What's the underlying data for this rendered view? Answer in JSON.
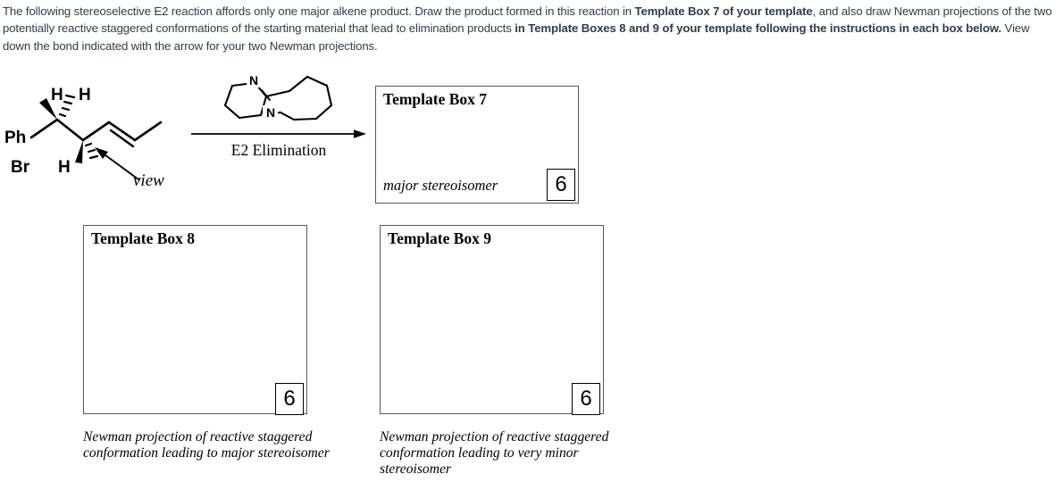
{
  "instructions": {
    "seg1": "The following stereoselective E2 reaction affords only one major alkene product. Draw the product formed in this reaction in ",
    "seg2_bold": "Template Box 7 of your template",
    "seg3": ", and also draw  Newman projections of the two potentially reactive staggered conformations of the starting material that lead to elimination products ",
    "seg4_bold": "in Template Boxes 8 and 9 of your template following the instructions in each box below.",
    "seg5": " View down the bond indicated with the arrow for your two Newman projections."
  },
  "scheme": {
    "labels": {
      "br": "Br",
      "ph": "Ph",
      "h_top": "H",
      "h_bottom_left": "H",
      "h_bottom_right": "H",
      "view": "view"
    },
    "reagent_atom_labels": [
      "N",
      "N"
    ],
    "arrow_label": "E2 Elimination"
  },
  "boxes": [
    {
      "id": "box7",
      "title": "Template Box 7",
      "inline_caption": "major stereoisomer",
      "badge": "6",
      "caption": ""
    },
    {
      "id": "box8",
      "title": "Template Box 8",
      "inline_caption": "",
      "badge": "6",
      "caption": "Newman projection of reactive staggered conformation leading to major stereoisomer"
    },
    {
      "id": "box9",
      "title": "Template Box 9",
      "inline_caption": "",
      "badge": "6",
      "caption": "Newman projection of reactive staggered conformation leading to very minor stereoisomer"
    }
  ],
  "colors": {
    "body_text": "#2c3e50",
    "box_border": "#555a5e",
    "structure": "#000000",
    "background": "#ffffff"
  }
}
